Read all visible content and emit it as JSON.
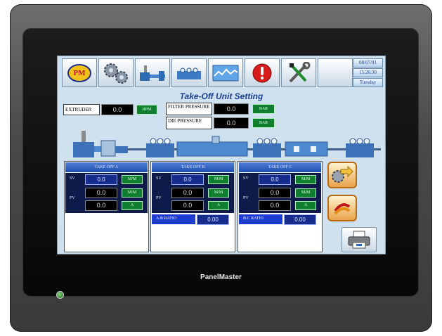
{
  "header": {
    "datetime": {
      "date": "08/07/01",
      "time": "15:26:30",
      "day": "Tuesday"
    },
    "toolbar_icons": [
      "pm-logo-icon",
      "gears-icon",
      "extruder-machine-icon",
      "puller-machine-icon",
      "trend-chart-icon",
      "alarm-icon",
      "tools-icon"
    ],
    "logo_text": "PM"
  },
  "title": "Take-Off Unit Setting",
  "extruder": {
    "label": "EXTRUDER",
    "value": "0.0",
    "unit": "RPM"
  },
  "filter_pressure": {
    "label": "FILTER PRESSURE",
    "value": "0.0",
    "unit": "BAR"
  },
  "die_pressure": {
    "label": "DIE PRESSURE",
    "value": "0.0",
    "unit": "BAR"
  },
  "panels": [
    {
      "title": "TAKE OFF A",
      "sv_label": "SV",
      "pv_label": "PV",
      "sv": {
        "value": "0.0",
        "unit": "M/M"
      },
      "pv": [
        {
          "value": "0.0",
          "unit": "M/M"
        },
        {
          "value": "0.0",
          "unit": "A"
        }
      ]
    },
    {
      "title": "TAKE OFF B",
      "sv_label": "SV",
      "pv_label": "PV",
      "sv": {
        "value": "0.0",
        "unit": "M/M"
      },
      "pv": [
        {
          "value": "0.0",
          "unit": "M/M"
        },
        {
          "value": "0.0",
          "unit": "A"
        }
      ],
      "ratio": {
        "label": "A:B RATIO",
        "value": "0.00"
      }
    },
    {
      "title": "TAKE OFF C",
      "sv_label": "SV",
      "pv_label": "PV",
      "sv": {
        "value": "0.0",
        "unit": "M/M"
      },
      "pv": [
        {
          "value": "0.0",
          "unit": "M/M"
        },
        {
          "value": "0.0",
          "unit": "A"
        }
      ],
      "ratio": {
        "label": "B:C RATIO",
        "value": "0.00"
      }
    }
  ],
  "side_buttons": [
    "next-page-icon",
    "previous-page-icon",
    "printer-icon"
  ],
  "device": {
    "brand": "PanelMaster"
  },
  "colors": {
    "screen_bg": "#cfe1ee",
    "value_green": "#0f7f2f",
    "value_blue": "#162c8c",
    "title_blue": "#1b3f8f"
  }
}
